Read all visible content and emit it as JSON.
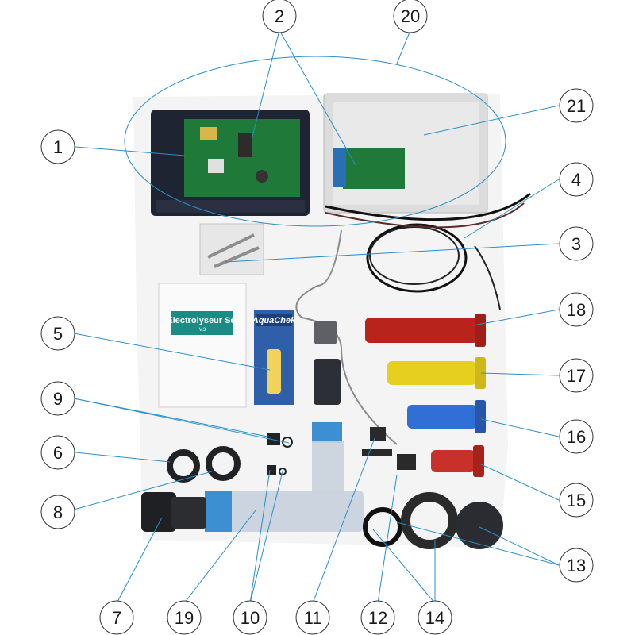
{
  "manual": {
    "title": "Electrolyseur Sel",
    "version": "V.3"
  },
  "test_kit": {
    "brand": "AquaChek"
  },
  "callouts": [
    {
      "id": "1",
      "label": "1"
    },
    {
      "id": "2",
      "label": "2"
    },
    {
      "id": "20",
      "label": "20"
    },
    {
      "id": "21",
      "label": "21"
    },
    {
      "id": "4",
      "label": "4"
    },
    {
      "id": "3",
      "label": "3"
    },
    {
      "id": "5",
      "label": "5"
    },
    {
      "id": "18",
      "label": "18"
    },
    {
      "id": "17",
      "label": "17"
    },
    {
      "id": "9",
      "label": "9"
    },
    {
      "id": "16",
      "label": "16"
    },
    {
      "id": "6",
      "label": "6"
    },
    {
      "id": "8",
      "label": "8"
    },
    {
      "id": "15",
      "label": "15"
    },
    {
      "id": "13",
      "label": "13"
    },
    {
      "id": "7",
      "label": "7"
    },
    {
      "id": "19",
      "label": "19"
    },
    {
      "id": "10",
      "label": "10"
    },
    {
      "id": "11",
      "label": "11"
    },
    {
      "id": "12",
      "label": "12"
    },
    {
      "id": "14",
      "label": "14"
    }
  ],
  "colors": {
    "leader": "#2a8fc8",
    "board_green": "#1f7a3a",
    "housing": "#1f2433",
    "electrode_red": "#b8231c",
    "electrode_yellow": "#e6cf1e",
    "electrode_blue": "#2f6fd6",
    "pipe_blue": "#3c8fd0"
  }
}
